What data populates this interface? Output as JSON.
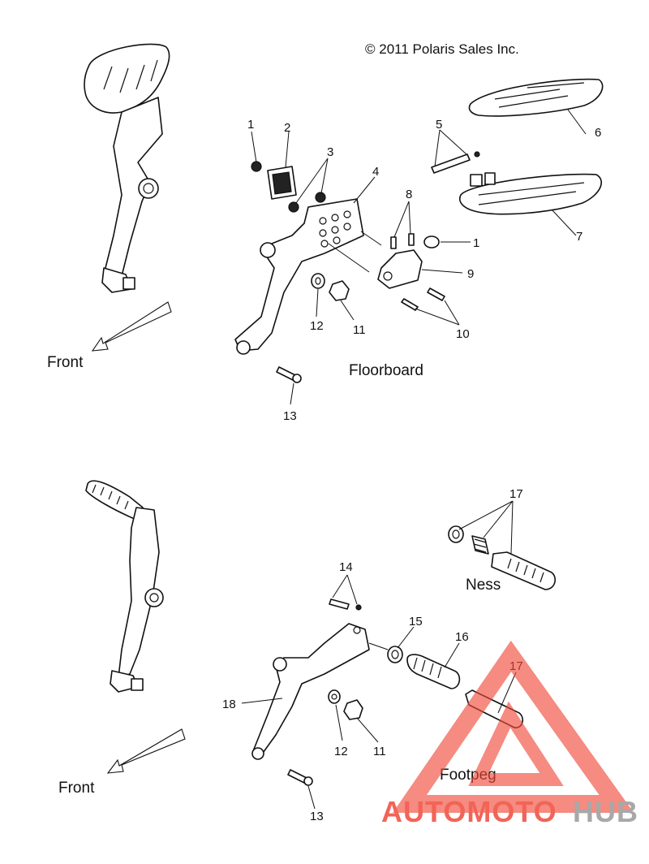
{
  "copyright": "© 2011 Polaris Sales Inc.",
  "sections": {
    "floorboard": {
      "title": "Floorboard",
      "front_label": "Front"
    },
    "footpeg": {
      "title": "Footpeg",
      "front_label": "Front",
      "ness_label": "Ness"
    }
  },
  "callouts": {
    "c1a": "1",
    "c2": "2",
    "c3": "3",
    "c4": "4",
    "c5": "5",
    "c6": "6",
    "c7": "7",
    "c8": "8",
    "c1b": "1",
    "c9": "9",
    "c10": "10",
    "c11a": "11",
    "c12a": "12",
    "c13a": "13",
    "c17a": "17",
    "c14": "14",
    "c15": "15",
    "c16": "16",
    "c17b": "17",
    "c18": "18",
    "c12b": "12",
    "c11b": "11",
    "c13b": "13"
  },
  "watermark": {
    "text_red": "AUTOMOTO",
    "text_gray": "HUB",
    "color_red": "#f04a3a",
    "color_gray": "#9a9a9a"
  }
}
